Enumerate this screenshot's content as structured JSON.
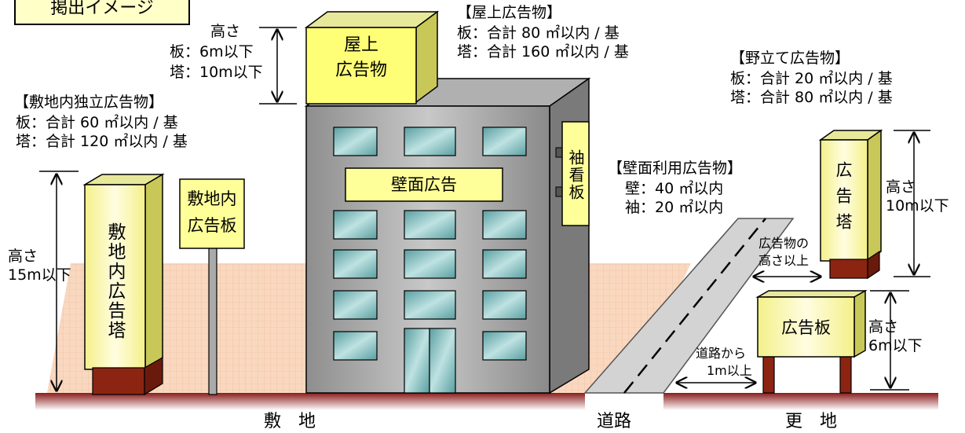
{
  "title": "掲出イメージ",
  "rooftop": {
    "sign_label": "屋上\n広告物",
    "height_label": "高さ",
    "height_ita": "板：6m以下",
    "height_to": "塔：10m以下",
    "heading": "【屋上広告物】",
    "rule_ita": "板：合計 80 ㎡以内 / 基",
    "rule_to": "塔：合計 160 ㎡以内 / 基"
  },
  "onsite": {
    "heading": "【敷地内独立広告物】",
    "rule_ita": "板：合計 60 ㎡以内 / 基",
    "rule_to": "塔：合計 120 ㎡以内 / 基",
    "tower_label": "敷地内広告塔",
    "board_label": "敷地内\n広告板",
    "height_label": "高さ",
    "height_value": "15m以下"
  },
  "wall": {
    "wall_sign_label": "壁面広告",
    "projecting_label": "袖看板",
    "heading": "【壁面利用広告物】",
    "rule_wall": "壁：40 ㎡以内",
    "rule_sode": "袖：20 ㎡以内"
  },
  "field": {
    "heading": "【野立て広告物】",
    "rule_ita": "板：合計 20 ㎡以内 / 基",
    "rule_to": "塔：合計 80 ㎡以内 / 基",
    "tower_label": "広告塔",
    "tower_height_label": "高さ",
    "tower_height_value": "10m以下",
    "board_label": "広告板",
    "board_height_label": "高さ",
    "board_height_value": "6m以下",
    "setback_line1": "広告物の",
    "setback_line2": "高さ以上",
    "road_distance_line1": "道路から",
    "road_distance_line2": "1m以上"
  },
  "ground": {
    "site": "敷　地",
    "road": "道路",
    "vacant": "更　地"
  }
}
